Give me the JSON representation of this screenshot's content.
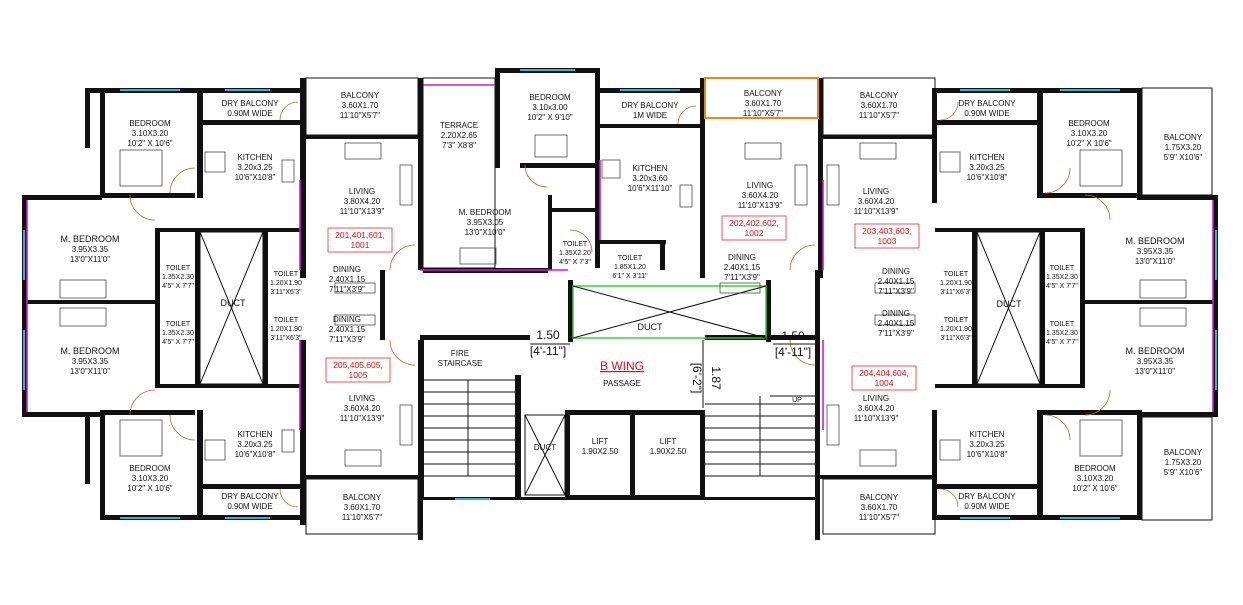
{
  "plan": {
    "wing_title": "B WING",
    "passage": "PASSAGE",
    "duct": "DUCT",
    "fire_staircase_1": "FIRE",
    "fire_staircase_2": "STAIRCASE",
    "up": "UP",
    "lift": {
      "name": "LIFT",
      "size": "1.90X2.50"
    },
    "dimensions": {
      "left_width": "1.50",
      "left_width_ft": "[4'-11\"]",
      "right_width": "1.50",
      "right_width_ft": "[4'-11\"]",
      "passage_depth": "1.87",
      "passage_depth_ft": "[6'-2\"]"
    },
    "unit_numbers": {
      "u201": [
        "201,401,601,",
        "1001"
      ],
      "u202": [
        "202,402,602,",
        "1002"
      ],
      "u203": [
        "203,403,603,",
        "1003"
      ],
      "u204": [
        "204,404,604,",
        "1004"
      ],
      "u205": [
        "205,405,605,",
        "1005"
      ]
    },
    "rooms": {
      "bedroom_a": [
        "BEDROOM",
        "3.10X3.20",
        "10'2\" X 10'6\""
      ],
      "bedroom_mid": [
        "BEDROOM",
        "3.10x3.00",
        "10'2\" X 9'10\""
      ],
      "dry_balcony": [
        "DRY BALCONY",
        "0.90M WIDE"
      ],
      "dry_balcony_mid": [
        "DRY BALCONY",
        "1M WIDE"
      ],
      "balcony_a": [
        "BALCONY",
        "3.60X1.70",
        "11'10\"X5'7\""
      ],
      "balcony_side": [
        "BALCONY",
        "1.75X3.20",
        "5'9\" X10'6\""
      ],
      "terrace": [
        "TERRACE",
        "2.20X2.65",
        "7'3\" X8'8\""
      ],
      "kitchen_a": [
        "KITCHEN",
        "3.20x3.25",
        "10'6\"X10'8\""
      ],
      "kitchen_mid": [
        "KITCHEN",
        "3.20x3.60",
        "10'6\"X11'10\""
      ],
      "living_a": [
        "LIVING",
        "3.60X4.20",
        "11'10\"X13'9\""
      ],
      "living_left_top": [
        "LIVING",
        "3.80X4.20",
        "11'10\"X13'9\""
      ],
      "m_bedroom": [
        "M. BEDROOM",
        "3.95X3.35",
        "13'0\"X11'0\""
      ],
      "m_bedroom_mid": [
        "M. BEDROOM",
        "3.95X3.05",
        "13'0\"X10'0\""
      ],
      "toilet_a": [
        "TOILET",
        "1.35X2.30",
        "4'5\" X 7'7\""
      ],
      "toilet_b": [
        "TOILET",
        "1.20X1.90",
        "3'11\"X6'3\""
      ],
      "toilet_mid1": [
        "TOILET",
        "1.35X2.20",
        "4'5\" X 7'3\""
      ],
      "toilet_mid2": [
        "TOILET",
        "1.85X1.20",
        "6'1\" X 3'11\""
      ],
      "dining": [
        "DINING",
        "2.40X1.15",
        "7'11\"X3'9\""
      ]
    }
  }
}
